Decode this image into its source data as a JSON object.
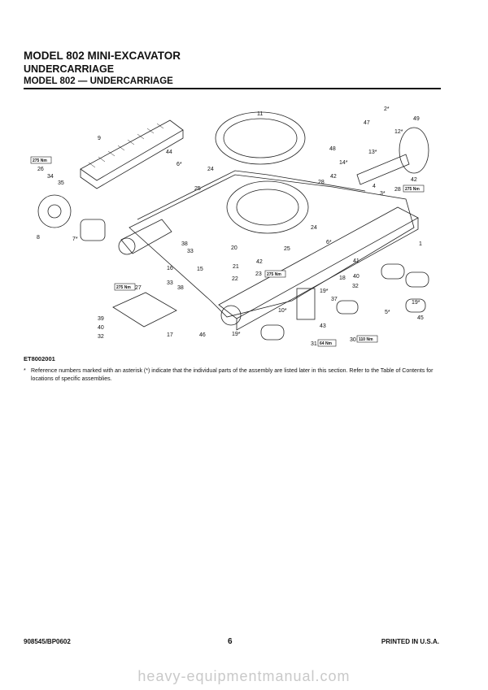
{
  "header": {
    "title": "MODEL 802 MINI-EXCAVATOR",
    "subtitle": "UNDERCARRIAGE",
    "section": "MODEL 802 — UNDERCARRIAGE"
  },
  "diagram": {
    "figure_id": "ET8002001",
    "callouts": [
      {
        "label": "1"
      },
      {
        "label": "2*"
      },
      {
        "label": "3*"
      },
      {
        "label": "4"
      },
      {
        "label": "5*"
      },
      {
        "label": "6*"
      },
      {
        "label": "6*"
      },
      {
        "label": "7*"
      },
      {
        "label": "8"
      },
      {
        "label": "9"
      },
      {
        "label": "10*"
      },
      {
        "label": "11"
      },
      {
        "label": "12*"
      },
      {
        "label": "13*"
      },
      {
        "label": "14*"
      },
      {
        "label": "15"
      },
      {
        "label": "16"
      },
      {
        "label": "17"
      },
      {
        "label": "18"
      },
      {
        "label": "19*"
      },
      {
        "label": "19*"
      },
      {
        "label": "19*"
      },
      {
        "label": "20"
      },
      {
        "label": "21"
      },
      {
        "label": "22"
      },
      {
        "label": "23"
      },
      {
        "label": "24"
      },
      {
        "label": "24"
      },
      {
        "label": "25"
      },
      {
        "label": "25"
      },
      {
        "label": "26"
      },
      {
        "label": "27"
      },
      {
        "label": "28"
      },
      {
        "label": "28"
      },
      {
        "label": "30"
      },
      {
        "label": "31"
      },
      {
        "label": "32"
      },
      {
        "label": "32"
      },
      {
        "label": "33"
      },
      {
        "label": "33"
      },
      {
        "label": "34"
      },
      {
        "label": "35"
      },
      {
        "label": "37"
      },
      {
        "label": "38"
      },
      {
        "label": "38"
      },
      {
        "label": "39"
      },
      {
        "label": "40"
      },
      {
        "label": "40"
      },
      {
        "label": "41"
      },
      {
        "label": "42"
      },
      {
        "label": "42"
      },
      {
        "label": "42"
      },
      {
        "label": "43"
      },
      {
        "label": "44"
      },
      {
        "label": "45"
      },
      {
        "label": "46"
      },
      {
        "label": "47"
      },
      {
        "label": "48"
      },
      {
        "label": "49"
      }
    ],
    "torques": [
      {
        "label": "275 Nm"
      },
      {
        "label": "275 Nm"
      },
      {
        "label": "275 Nm"
      },
      {
        "label": "275 Nm"
      },
      {
        "label": "110 Nm"
      },
      {
        "label": "64 Nm"
      }
    ]
  },
  "note": {
    "asterisk": "*",
    "text": "Reference numbers marked with an asterisk (*) indicate that the individual parts of the assembly are listed later in this section. Refer to the Table of Contents for locations of specific assemblies."
  },
  "footer": {
    "doc_number": "908545/BP0602",
    "page": "6",
    "printed": "PRINTED IN U.S.A."
  },
  "watermark": "heavy-equipmentmanual.com"
}
